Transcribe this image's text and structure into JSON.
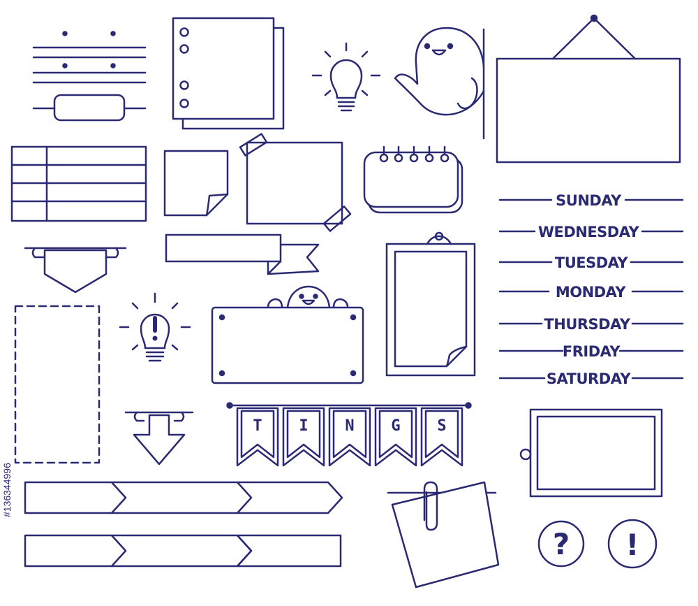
{
  "colors": {
    "ink": "#2a2a72",
    "background": "#ffffff"
  },
  "weekdays": [
    "SUNDAY",
    "WEDNESDAY",
    "TUESDAY",
    "MONDAY",
    "THURSDAY",
    "FRIDAY",
    "SATURDAY"
  ],
  "banner": {
    "letters": [
      "T",
      "I",
      "N",
      "G",
      "S"
    ]
  },
  "symbols": {
    "question": "?",
    "exclamation": "!"
  },
  "stock_id": "#136344996",
  "icons": [
    "lightbulb-icon",
    "ghost-icon",
    "spiral-calendar-icon",
    "paper-clip-icon",
    "question-mark-icon",
    "exclamation-mark-icon"
  ]
}
